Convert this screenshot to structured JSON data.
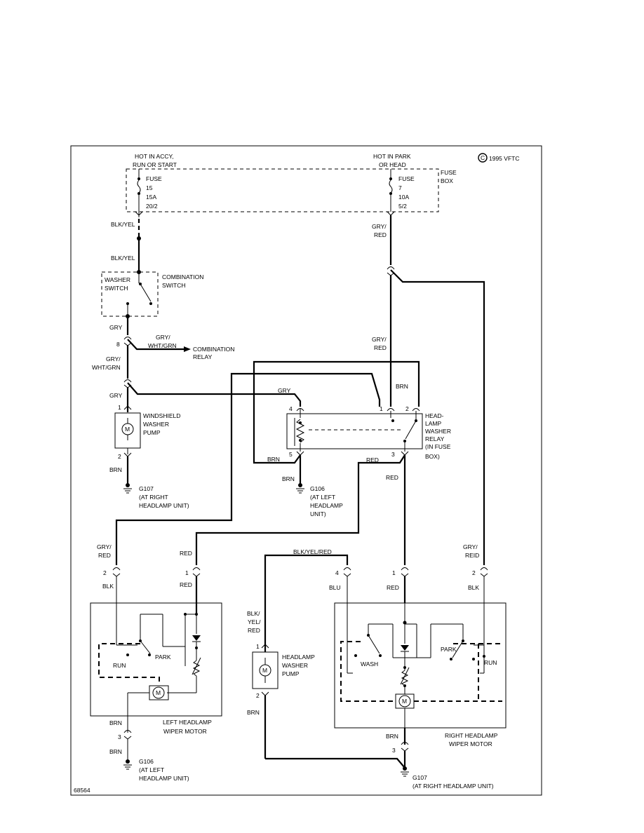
{
  "copyright": "1995 VFTC",
  "figure_id": "68564",
  "fuse_box": {
    "label_1": "FUSE",
    "label_2": "BOX",
    "fuse_15": {
      "hot_1": "HOT IN ACCY,",
      "hot_2": "RUN OR START",
      "l1": "FUSE",
      "l2": "15",
      "l3": "15A",
      "l4": "20/2"
    },
    "fuse_7": {
      "hot_1": "HOT IN PARK",
      "hot_2": "OR HEAD",
      "l1": "FUSE",
      "l2": "7",
      "l3": "10A",
      "l4": "5/2"
    }
  },
  "wires": {
    "blk_yel": "BLK/YEL",
    "gry": "GRY",
    "gry_slash": "GRY/",
    "wht_grn": "WHT/GRN",
    "red_word": "RED",
    "brn": "BRN",
    "blk": "BLK",
    "blu": "BLU",
    "red_grid": "REID",
    "blk_slash": "BLK/",
    "yel_slash": "YEL/",
    "blk_yel_red": "BLK/YEL/RED"
  },
  "pins": {
    "p1": "1",
    "p2": "2",
    "p3": "3",
    "p4": "4",
    "p5": "5",
    "p8": "8"
  },
  "combination_switch": {
    "washer_1": "WASHER",
    "washer_2": "SWITCH",
    "combo_1": "COMBINATION",
    "combo_2": "SWITCH"
  },
  "combination_relay": {
    "l1": "COMBINATION",
    "l2": "RELAY"
  },
  "windshield_washer_pump": {
    "l1": "WINDSHIELD",
    "l2": "WASHER",
    "l3": "PUMP",
    "motor": "M"
  },
  "headlamp_washer_relay": {
    "l1": "HEAD-",
    "l2": "LAMP",
    "l3": "WASHER",
    "l4": "RELAY",
    "l5": "(IN FUSE",
    "l6": "BOX)"
  },
  "grounds": {
    "g107": "G107",
    "g106": "G106",
    "at_right_1": "(AT RIGHT",
    "at_right_2": "HEADLAMP UNIT)",
    "at_left_1": "(AT LEFT",
    "at_left_2": "HEADLAMP",
    "at_left_3": "UNIT)",
    "at_left_2b": "HEADLAMP UNIT)",
    "at_right_full": "(AT RIGHT HEADLAMP UNIT)"
  },
  "left_wiper_motor": {
    "l1": "LEFT HEADLAMP",
    "l2": "WIPER MOTOR",
    "park": "PARK",
    "run": "RUN",
    "motor": "M"
  },
  "right_wiper_motor": {
    "l1": "RIGHT HEADLAMP",
    "l2": "WIPER MOTOR",
    "park": "PARK",
    "run": "RUN",
    "wash": "WASH",
    "motor": "M"
  },
  "headlamp_washer_pump": {
    "l1": "HEADLAMP",
    "l2": "WASHER",
    "l3": "PUMP",
    "motor": "M"
  }
}
